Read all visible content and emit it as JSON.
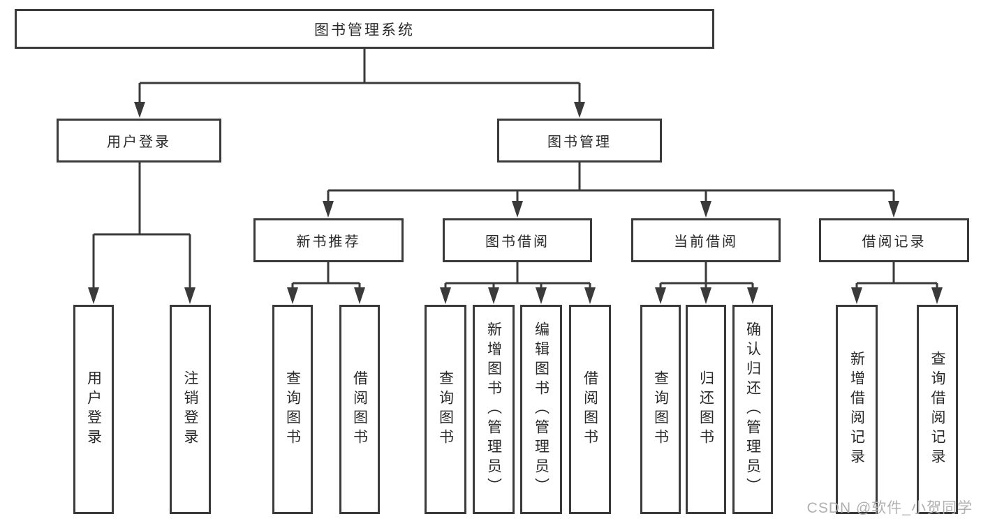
{
  "diagram": {
    "root": {
      "label": "图书管理系统"
    },
    "level2": [
      {
        "label": "用户登录"
      },
      {
        "label": "图书管理"
      }
    ],
    "level3": [
      {
        "label": "新书推荐"
      },
      {
        "label": "图书借阅"
      },
      {
        "label": "当前借阅"
      },
      {
        "label": "借阅记录"
      }
    ],
    "leaves": {
      "user_login": [
        "用户登录",
        "注销登录"
      ],
      "new_book_recommend": [
        "查询图书",
        "借阅图书"
      ],
      "book_borrowing": [
        "查询图书",
        "新增图书（管理员）",
        "编辑图书（管理员）",
        "借阅图书"
      ],
      "current_borrowing": [
        "查询图书",
        "归还图书",
        "确认归还（管理员）"
      ],
      "borrowing_records": [
        "新增借阅记录",
        "查询借阅记录"
      ]
    },
    "watermark": "CSDN @软件_小贺同学",
    "colors": {
      "line": "#3a3a3a",
      "box_border": "#3a3a3a",
      "text": "#2a2a2a",
      "watermark": "#b0b0b0",
      "background": "#ffffff"
    }
  }
}
